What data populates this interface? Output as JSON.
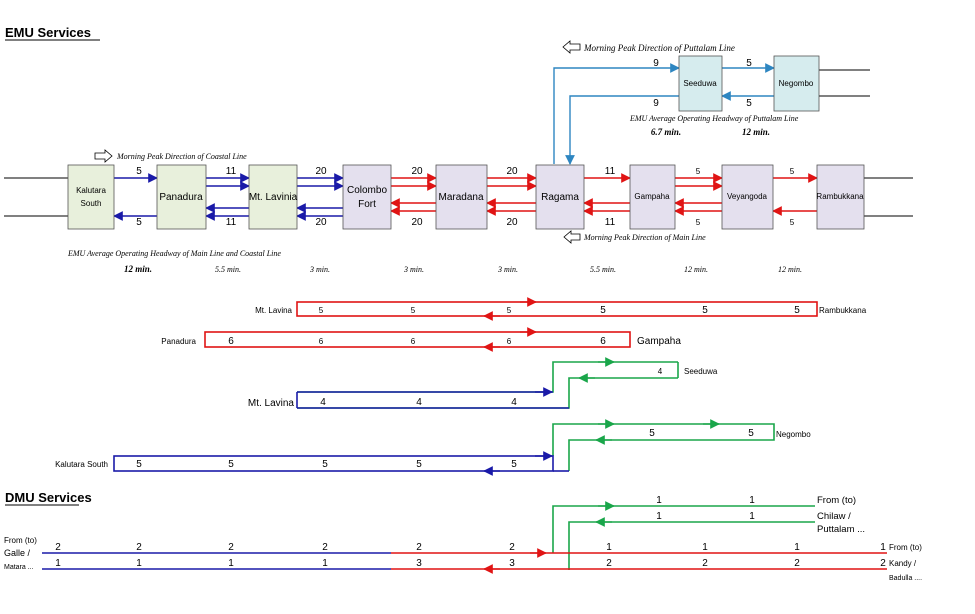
{
  "sections": {
    "emu_title": "EMU Services",
    "dmu_title": "DMU Services"
  },
  "stations": {
    "kalutara_south": "Kalutara South",
    "panadura": "Panadura",
    "mt_lavinia": "Mt. Lavinia",
    "colombo_fort": "Colombo Fort",
    "maradana": "Maradana",
    "ragama": "Ragama",
    "gampaha": "Gampaha",
    "veyangoda": "Veyangoda",
    "rambukkana": "Rambukkana",
    "seeduwa": "Seeduwa",
    "negombo": "Negombo"
  },
  "annotations": {
    "peak_coastal": "Morning Peak Direction of Coastal Line",
    "peak_puttalam": "Morning Peak Direction of Puttalam Line",
    "peak_main": "Morning Peak Direction of Main Line",
    "headway_main_title": "EMU Average Operating Headway of Main Line and Coastal Line",
    "headway_puttalam_title": "EMU Average Operating Headway of Puttalam Line"
  },
  "main_line": {
    "top_numbers": [
      "5",
      "11",
      "20",
      "20",
      "20",
      "11",
      "5",
      "5"
    ],
    "bottom_numbers": [
      "5",
      "11",
      "20",
      "20",
      "20",
      "11",
      "5",
      "5"
    ],
    "headways": [
      "12 min.",
      "5.5 min.",
      "3 min.",
      "3 min.",
      "3 min.",
      "5.5 min.",
      "12 min.",
      "12 min."
    ]
  },
  "puttalam_line": {
    "top_numbers": [
      "9",
      "5"
    ],
    "bottom_numbers": [
      "9",
      "5"
    ],
    "headways": [
      "6.7 min.",
      "12 min."
    ]
  },
  "emu_services": {
    "mtlavinia_rambukkana": {
      "from": "Mt. Lavina",
      "to": "Rambukkana",
      "numbers": [
        "5",
        "5",
        "5",
        "5",
        "5",
        "5"
      ]
    },
    "panadura_gampaha": {
      "from": "Panadura",
      "to": "Gampaha",
      "numbers": [
        "6",
        "6",
        "6",
        "6",
        "6"
      ]
    },
    "mtlavinia_seeduwa": {
      "from": "Mt. Lavina",
      "to": "Seeduwa",
      "numbers": [
        "4",
        "4",
        "4",
        "4"
      ]
    },
    "kalutara_negombo": {
      "from": "Kalutara South",
      "to": "Negombo",
      "numbers": [
        "5",
        "5",
        "5",
        "5",
        "5",
        "5",
        "5"
      ]
    }
  },
  "dmu": {
    "right_top_label": [
      "From (to)",
      "Chilaw /",
      "Puttalam ..."
    ],
    "right_bottom_label": [
      "From (to)",
      "Kandy /",
      "Badulla ...."
    ],
    "left_label": [
      "From (to)",
      "Galle /",
      "Matara ..."
    ],
    "green_top_numbers": [
      "1",
      "1"
    ],
    "green_bottom_numbers": [
      "1",
      "1"
    ],
    "main_top_numbers": [
      "2",
      "2",
      "2",
      "2",
      "2",
      "2",
      "1",
      "1",
      "1",
      "1"
    ],
    "main_bottom_numbers": [
      "1",
      "1",
      "1",
      "1",
      "3",
      "3",
      "2",
      "2",
      "2",
      "2"
    ]
  },
  "colors": {
    "blue_line": "#1a1aa8",
    "red_line": "#e01414",
    "green_line": "#1aa64a",
    "puttalam_blue": "#2e86c1",
    "station_fill": "#e4e0ee",
    "terminal_fill": "#e8f0dc",
    "puttalam_fill": "#d6ecee"
  }
}
